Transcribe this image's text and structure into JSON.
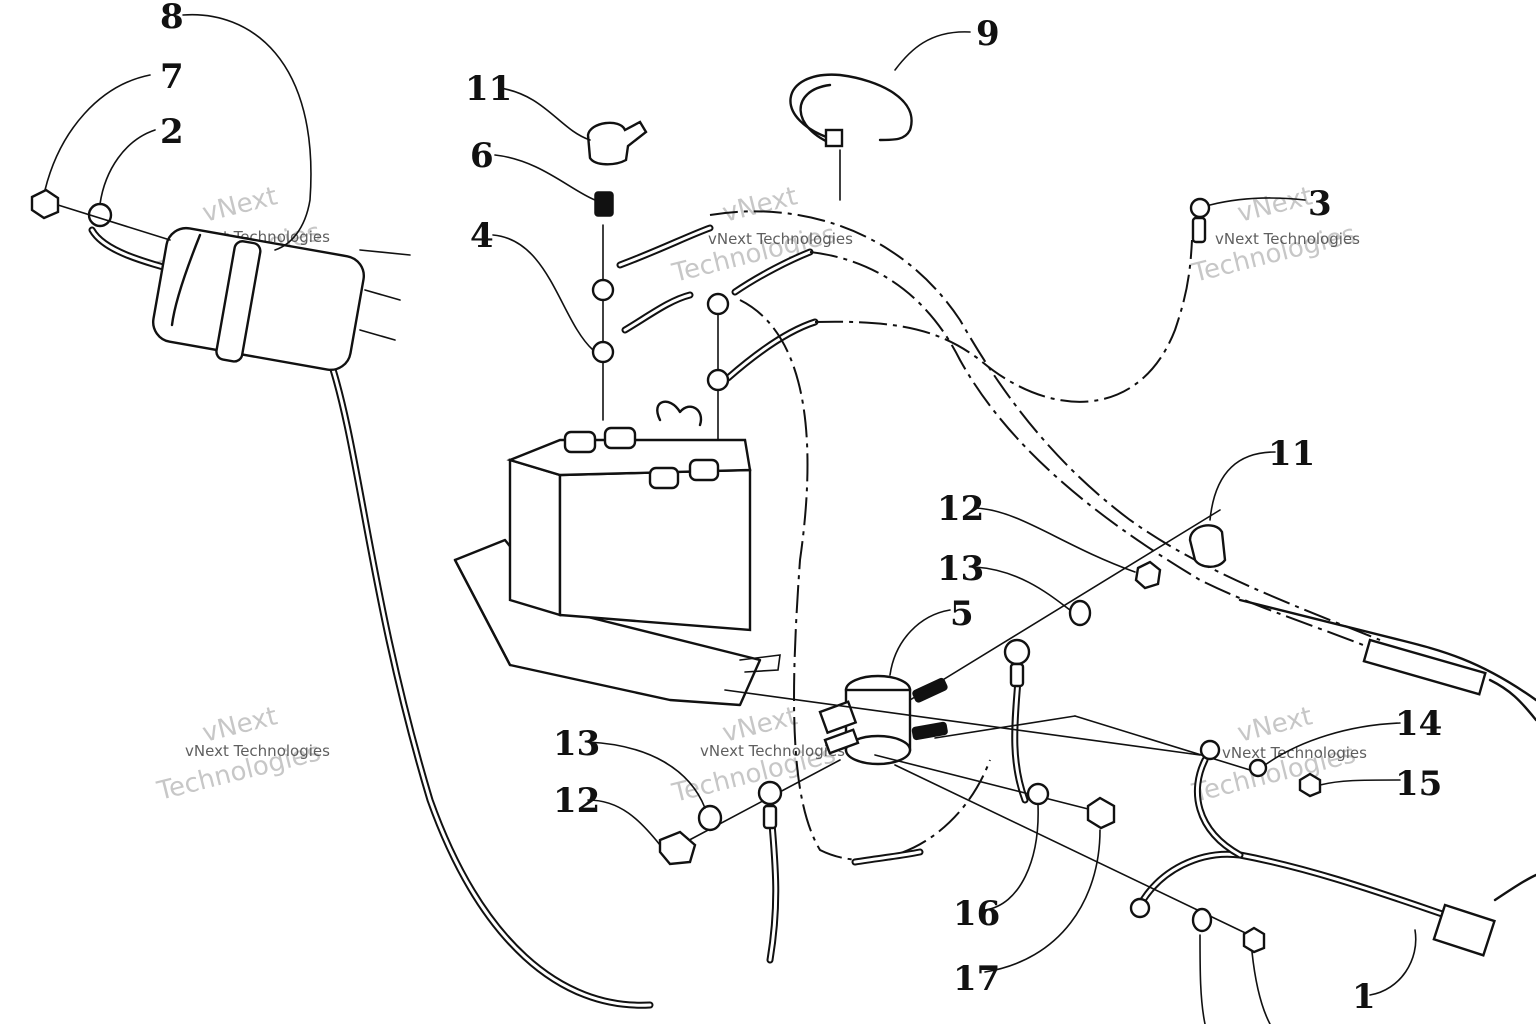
{
  "callouts": [
    {
      "id": "c8",
      "label": "8"
    },
    {
      "id": "c7",
      "label": "7"
    },
    {
      "id": "c2",
      "label": "2"
    },
    {
      "id": "c11a",
      "label": "11"
    },
    {
      "id": "c6",
      "label": "6"
    },
    {
      "id": "c4",
      "label": "4"
    },
    {
      "id": "c9",
      "label": "9"
    },
    {
      "id": "c3",
      "label": "3"
    },
    {
      "id": "c11b",
      "label": "11"
    },
    {
      "id": "c12a",
      "label": "12"
    },
    {
      "id": "c13a",
      "label": "13"
    },
    {
      "id": "c5",
      "label": "5"
    },
    {
      "id": "c14",
      "label": "14"
    },
    {
      "id": "c15",
      "label": "15"
    },
    {
      "id": "c13b",
      "label": "13"
    },
    {
      "id": "c12b",
      "label": "12"
    },
    {
      "id": "c16",
      "label": "16"
    },
    {
      "id": "c17",
      "label": "17"
    },
    {
      "id": "c1",
      "label": "1"
    }
  ],
  "watermark": {
    "line1": "vNext",
    "line2": "Technologies",
    "small": "vNext Technologies"
  }
}
